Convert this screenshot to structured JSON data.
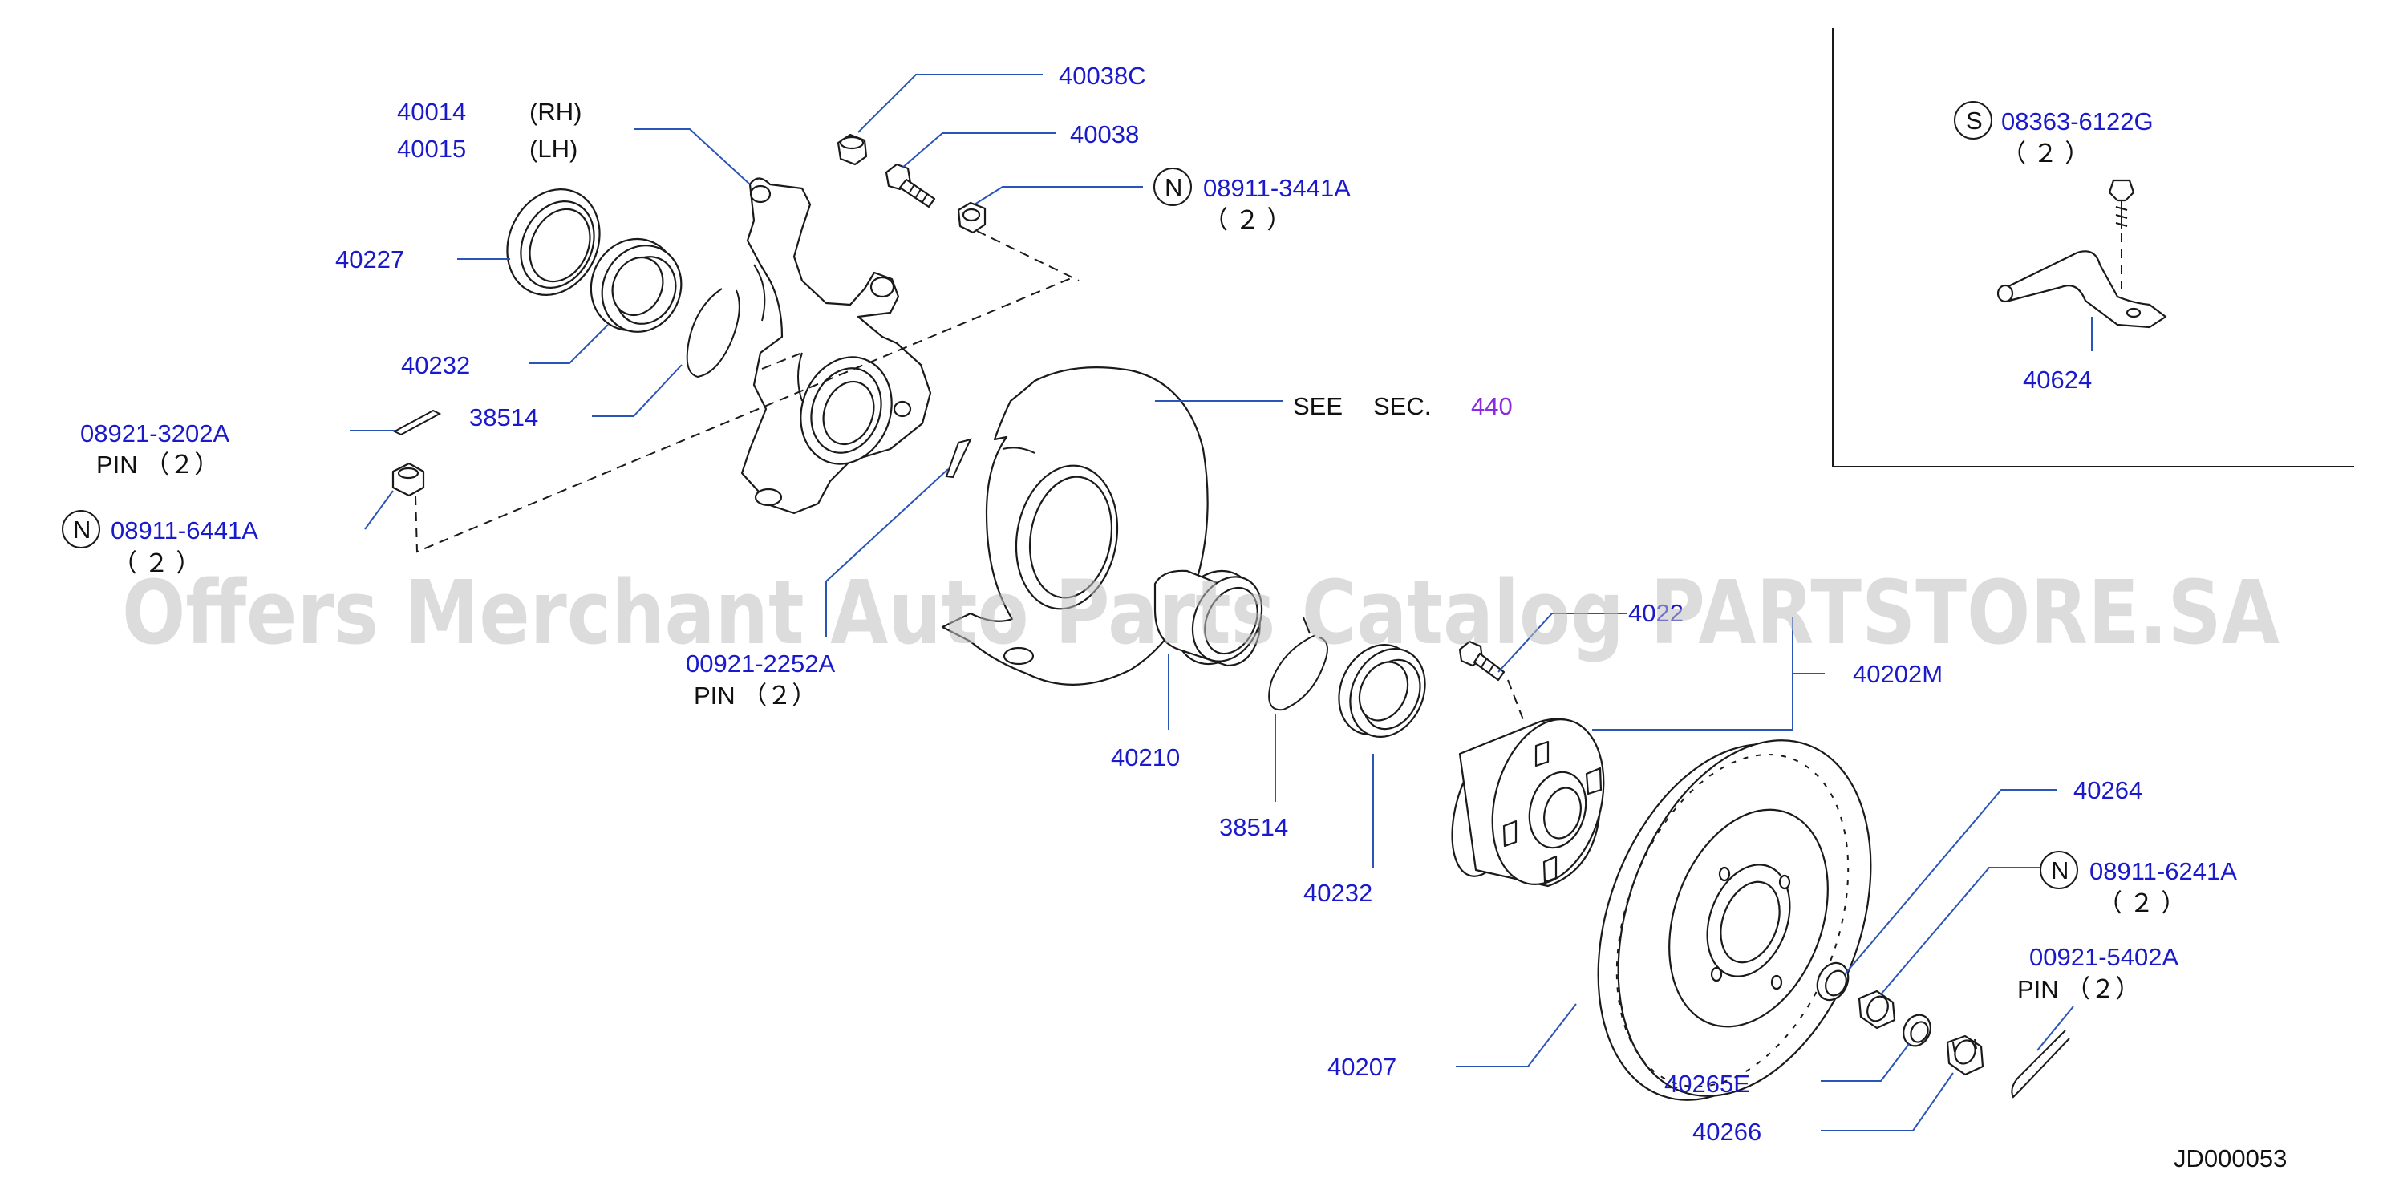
{
  "labels": {
    "p40014": "40014",
    "rh": "(RH)",
    "p40015": "40015",
    "lh": "(LH)",
    "p40227": "40227",
    "p40232a": "40232",
    "p38514a": "38514",
    "p08921_3202a": "08921-3202A",
    "pin2a": "PIN （２）",
    "n_sym1": "N",
    "p08911_6441a": "08911-6441A",
    "qty_a": "（ ２ ）",
    "p40038c": "40038C",
    "p40038": "40038",
    "n_sym2": "N",
    "p08911_3441a": "08911-3441A",
    "qty_b": "（ ２ ）",
    "see": "SEE",
    "sec": "SEC.",
    "sec_num": "440",
    "p00921_2252a": "00921-2252A",
    "pin2b": "PIN （２）",
    "p40210": "40210",
    "p38514b": "38514",
    "p40232b": "40232",
    "p40222_partial": "4022",
    "p40202m": "40202M",
    "p40207": "40207",
    "p40264": "40264",
    "n_sym3": "N",
    "p08911_6241a": "08911-6241A",
    "qty_c": "（ ２ ）",
    "p00921_5402a": "00921-5402A",
    "pin2c": "PIN （２）",
    "p40265e": "40265E",
    "p40266": "40266",
    "s_sym": "S",
    "p08363_6122g": "08363-6122G",
    "qty_d": "（ ２ ）",
    "p40624": "40624",
    "diagram_id": "JD000053"
  },
  "watermark": "Offers Merchant Auto Parts Catalog PARTSTORE.SA",
  "colors": {
    "part_number": "#1a1acc",
    "text": "#111111",
    "section_link": "#8a2be2",
    "leader": "#2a55b8",
    "watermark": "#bfbfbf"
  }
}
